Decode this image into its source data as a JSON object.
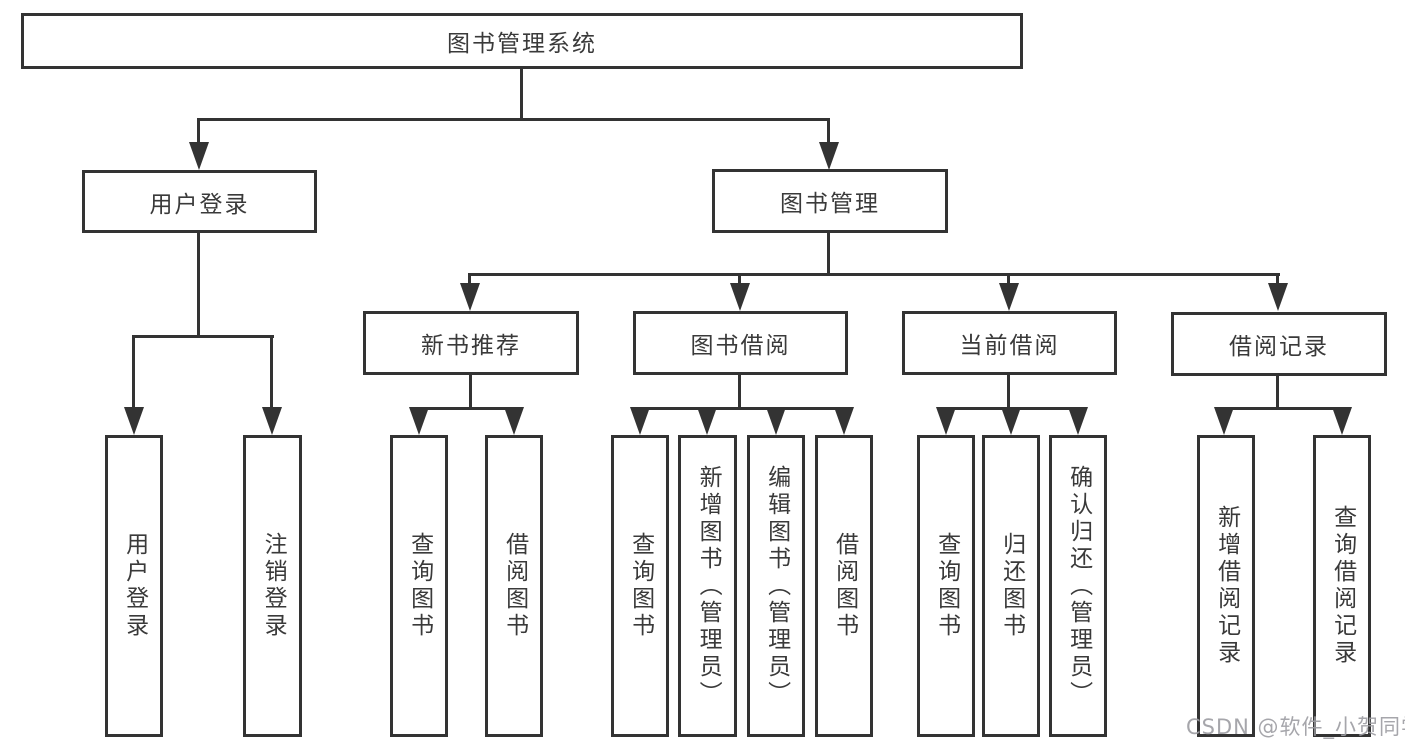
{
  "diagram": {
    "root": {
      "label": "图书管理系统"
    },
    "level2": [
      {
        "label": "用户登录",
        "children": [
          {
            "label": "用户登录"
          },
          {
            "label": "注销登录"
          }
        ]
      },
      {
        "label": "图书管理",
        "children": [
          {
            "label": "新书推荐",
            "children": [
              {
                "label": "查询图书"
              },
              {
                "label": "借阅图书"
              }
            ]
          },
          {
            "label": "图书借阅",
            "children": [
              {
                "label": "查询图书"
              },
              {
                "label": "新增图书（管理员）"
              },
              {
                "label": "编辑图书（管理员）"
              },
              {
                "label": "借阅图书"
              }
            ]
          },
          {
            "label": "当前借阅",
            "children": [
              {
                "label": "查询图书"
              },
              {
                "label": "归还图书"
              },
              {
                "label": "确认归还（管理员）"
              }
            ]
          },
          {
            "label": "借阅记录",
            "children": [
              {
                "label": "新增借阅记录"
              },
              {
                "label": "查询借阅记录"
              }
            ]
          }
        ]
      }
    ],
    "watermark": "CSDN @软件_小贺同学",
    "colors": {
      "line": "#333333",
      "text": "#3a3a3a",
      "background": "#ffffff",
      "watermark": "#9e9ea4"
    }
  }
}
